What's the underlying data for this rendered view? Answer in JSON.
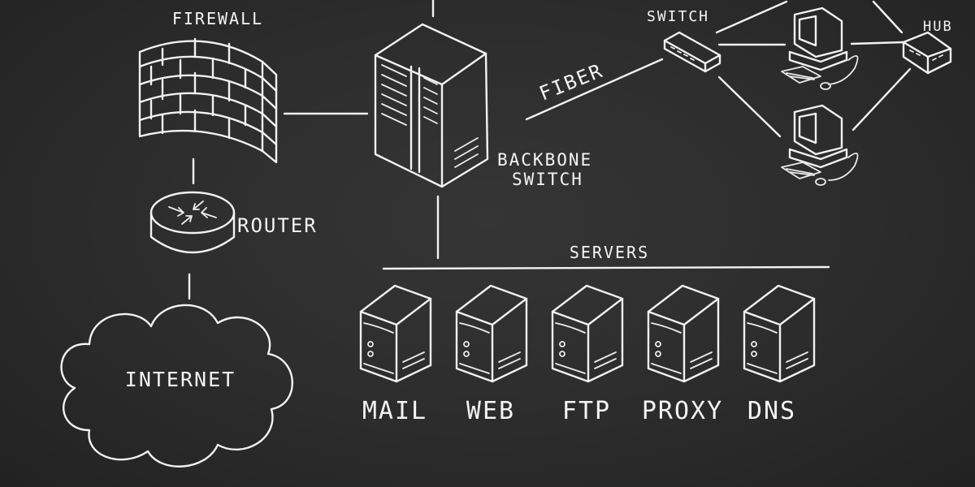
{
  "labels": {
    "firewall": "FIREWALL",
    "router": "ROUTER",
    "internet": "INTERNET",
    "backbone_line1": "BACKBONE",
    "backbone_line2": "SWITCH",
    "fiber": "FIBER",
    "switch": "SWITCH",
    "hub": "HUB",
    "servers": "SERVERS"
  },
  "servers": [
    "MAIL",
    "WEB",
    "FTP",
    "PROXY",
    "DNS"
  ],
  "colors": {
    "board": "#2b2b2b",
    "chalk": "#f2f2f2"
  }
}
